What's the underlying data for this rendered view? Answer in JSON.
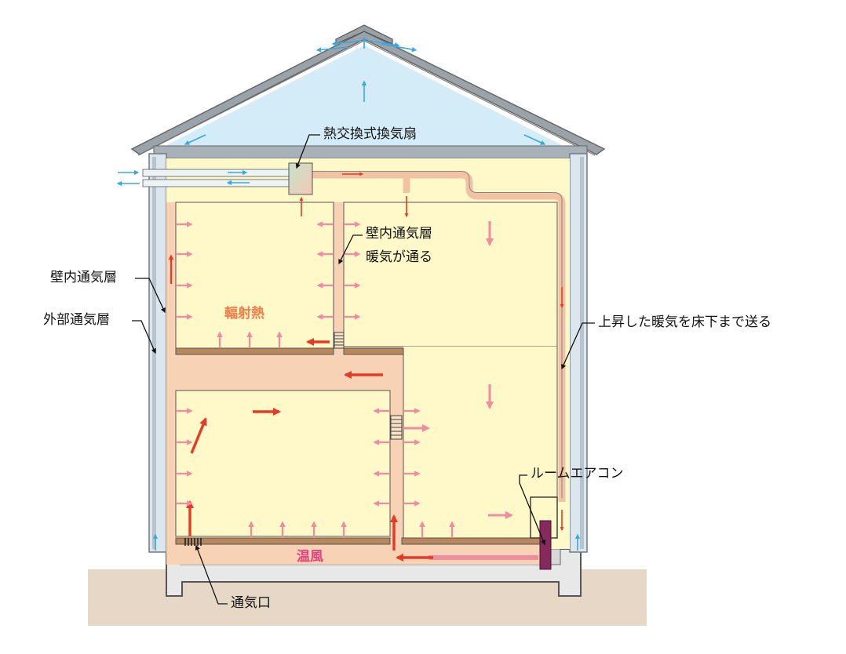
{
  "labels": {
    "fan": "熱交換式換気扇",
    "inner_wall_air_layer": "壁内通気層",
    "outer_air_layer": "外部通気層",
    "partition_air_layer": "壁内通気層",
    "warm_air_passes": "暖気が通る",
    "radiant_heat": "輻射熱",
    "rising_warm_air": "上昇した暖気を床下まで送る",
    "room_aircon": "ルームエアコン",
    "warm_wind": "温風",
    "vent": "通気口"
  },
  "colors": {
    "ground": "#e6d7c6",
    "attic": "#d4ebf8",
    "interior": "#fff8c9",
    "air_layer": "#f8d2b4",
    "floor": "#b9875b",
    "wall": "#dce6ee",
    "roof": "#9ba3aa",
    "arrow_light": "#f08ca0",
    "arrow_strong": "#e53a25",
    "arrow_blue": "#39a8df",
    "aircon": "#862a5e"
  }
}
